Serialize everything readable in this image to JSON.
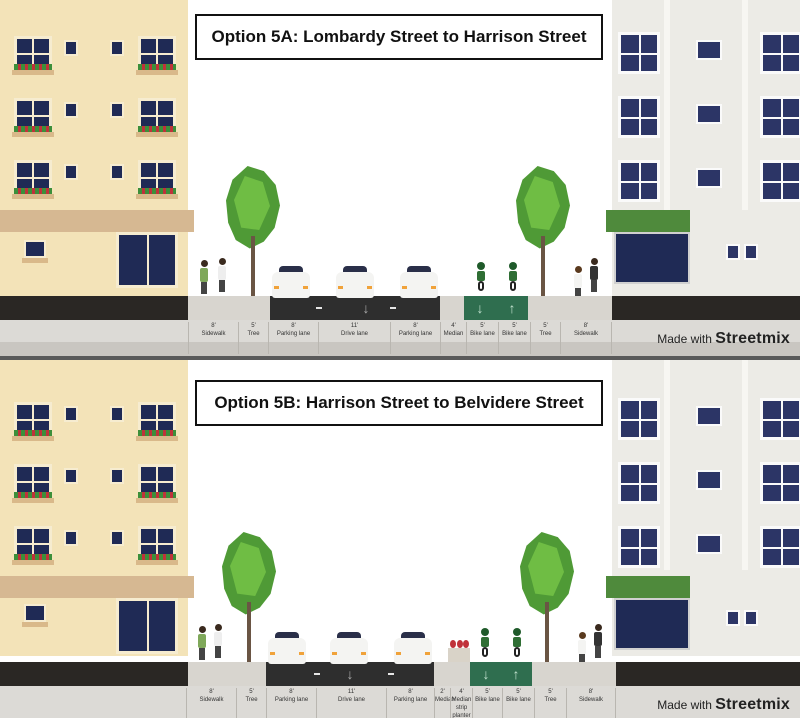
{
  "panels": [
    {
      "title": "Option 5A: Lombardy Street to Harrison Street",
      "segments": [
        {
          "width": "8'",
          "name": "Sidewalk"
        },
        {
          "width": "5'",
          "name": "Tree"
        },
        {
          "width": "8'",
          "name": "Parking lane"
        },
        {
          "width": "11'",
          "name": "Drive lane"
        },
        {
          "width": "8'",
          "name": "Parking lane"
        },
        {
          "width": "4'",
          "name": "Median"
        },
        {
          "width": "5'",
          "name": "Bike lane"
        },
        {
          "width": "5'",
          "name": "Bike lane"
        },
        {
          "width": "5'",
          "name": "Tree"
        },
        {
          "width": "8'",
          "name": "Sidewalk"
        }
      ],
      "made_with": "Made with",
      "brand": "Streetmix"
    },
    {
      "title": "Option 5B: Harrison Street to Belvidere Street",
      "segments": [
        {
          "width": "8'",
          "name": "Sidewalk"
        },
        {
          "width": "5'",
          "name": "Tree"
        },
        {
          "width": "8'",
          "name": "Parking lane"
        },
        {
          "width": "11'",
          "name": "Drive lane"
        },
        {
          "width": "8'",
          "name": "Parking lane"
        },
        {
          "width": "2'",
          "name": "Median"
        },
        {
          "width": "4'",
          "name": "Median strip planter"
        },
        {
          "width": "5'",
          "name": "Bike lane"
        },
        {
          "width": "5'",
          "name": "Bike lane"
        },
        {
          "width": "5'",
          "name": "Tree"
        },
        {
          "width": "8'",
          "name": "Sidewalk"
        }
      ],
      "made_with": "Made with",
      "brand": "Streetmix"
    }
  ],
  "colors": {
    "building_left": "#f3e3b8",
    "building_right": "#ecebe6",
    "road": "#2e2e2e",
    "bike_lane": "#2f6e4f",
    "sidewalk": "#d8d5cf",
    "awning_left": "#d6b892",
    "awning_right": "#4f8a3c"
  }
}
